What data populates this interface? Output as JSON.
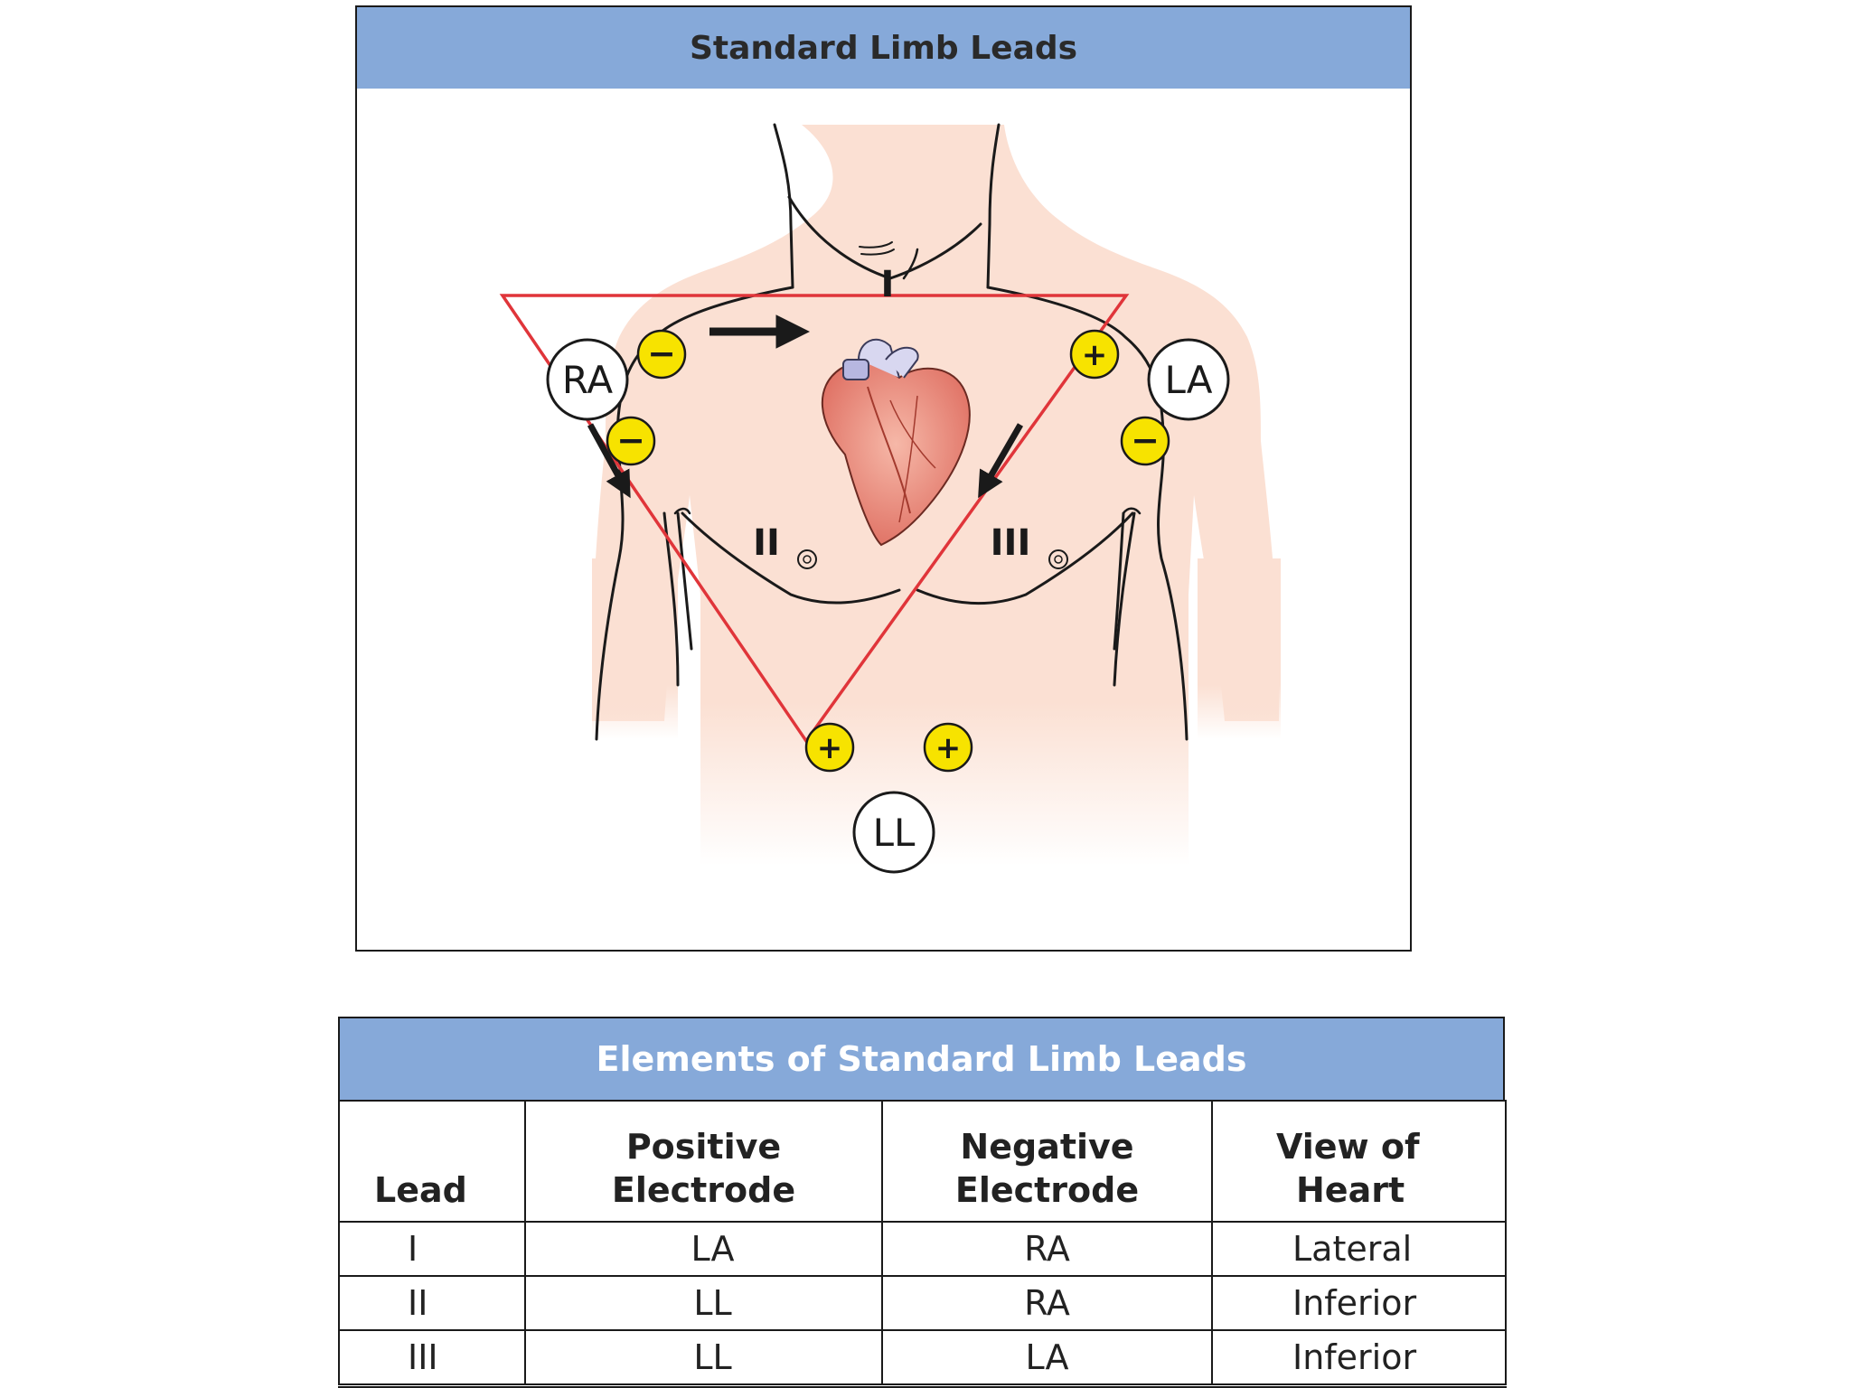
{
  "figure": {
    "title": "Standard Limb Leads",
    "electrodes": [
      {
        "id": "ra",
        "label": "RA"
      },
      {
        "id": "la",
        "label": "LA"
      },
      {
        "id": "ll",
        "label": "LL"
      }
    ],
    "lead_labels": {
      "lead_1": "I",
      "lead_2": "II",
      "lead_3": "III"
    },
    "polarity": {
      "positive": "+",
      "negative": "−"
    },
    "colors": {
      "header": "#86a9d9",
      "skin": "#fbe0d3",
      "triangle": "#e0353a",
      "polarity_marker": "#f7e300",
      "arrow": "#1a1a1a"
    }
  },
  "table": {
    "title": "Elements of Standard Limb Leads",
    "headers": {
      "lead": "Lead",
      "positive_1": "Positive",
      "positive_2": "Electrode",
      "negative_1": "Negative",
      "negative_2": "Electrode",
      "view_1": "View of",
      "view_2": "Heart"
    },
    "rows": [
      {
        "lead": "I",
        "positive": "LA",
        "negative": "RA",
        "view": "Lateral"
      },
      {
        "lead": "II",
        "positive": "LL",
        "negative": "RA",
        "view": "Inferior"
      },
      {
        "lead": "III",
        "positive": "LL",
        "negative": "LA",
        "view": "Inferior"
      }
    ]
  }
}
